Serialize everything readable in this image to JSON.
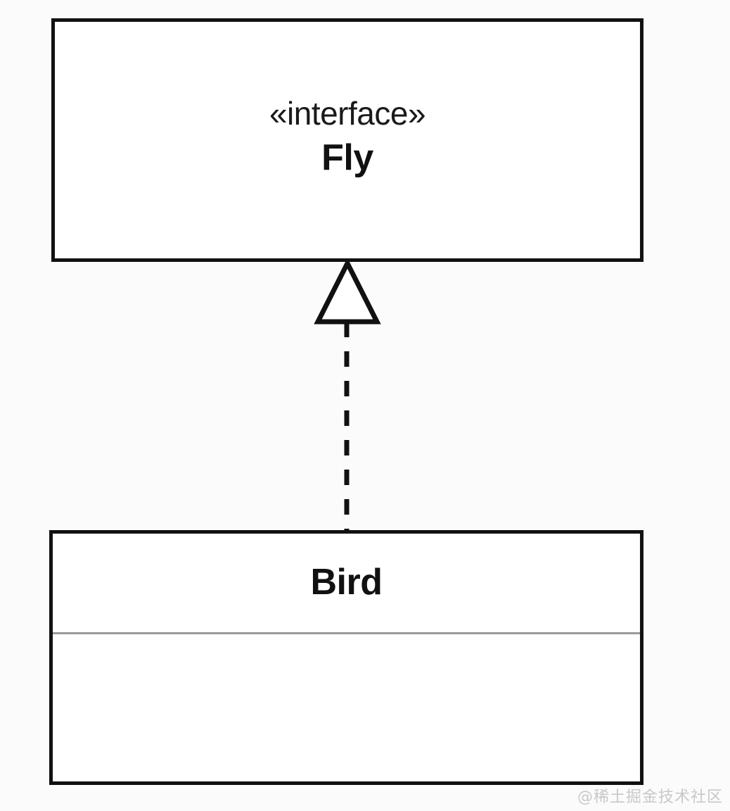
{
  "diagram": {
    "type": "uml-class-diagram",
    "background_color": "#fbfbfb",
    "line_color": "#111111",
    "divider_color": "#9a9a9a",
    "interface": {
      "stereotype": "«interface»",
      "name": "Fly",
      "compartments": []
    },
    "class": {
      "name": "Bird",
      "attributes": [],
      "operations": []
    },
    "relationship": {
      "kind": "realization",
      "label": "",
      "from": "Bird",
      "to": "Fly",
      "line_style": "dashed",
      "arrowhead": "hollow-triangle"
    }
  },
  "watermark": {
    "text": "@稀土掘金技术社区",
    "color": "#c8c8c8"
  }
}
